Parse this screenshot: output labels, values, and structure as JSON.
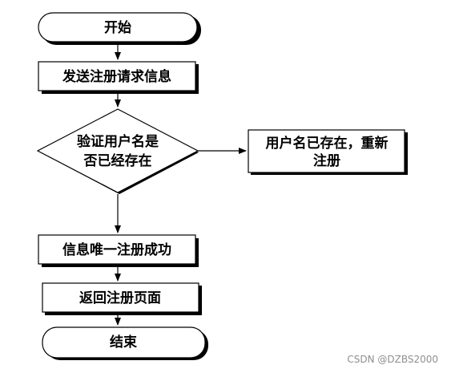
{
  "flowchart": {
    "start": "开始",
    "send": "发送注册请求信息",
    "decision_line1": "验证用户名是",
    "decision_line2": "否已经存在",
    "exists_line1": "用户名已存在，重新",
    "exists_line2": "注册",
    "success": "信息唯一注册成功",
    "return": "返回注册页面",
    "end": "结束"
  },
  "watermark": "CSDN @DZBS2000",
  "colors": {
    "stroke": "#000000",
    "shadow": "#000000",
    "background": "#ffffff",
    "watermark": "#8f8f8f"
  }
}
